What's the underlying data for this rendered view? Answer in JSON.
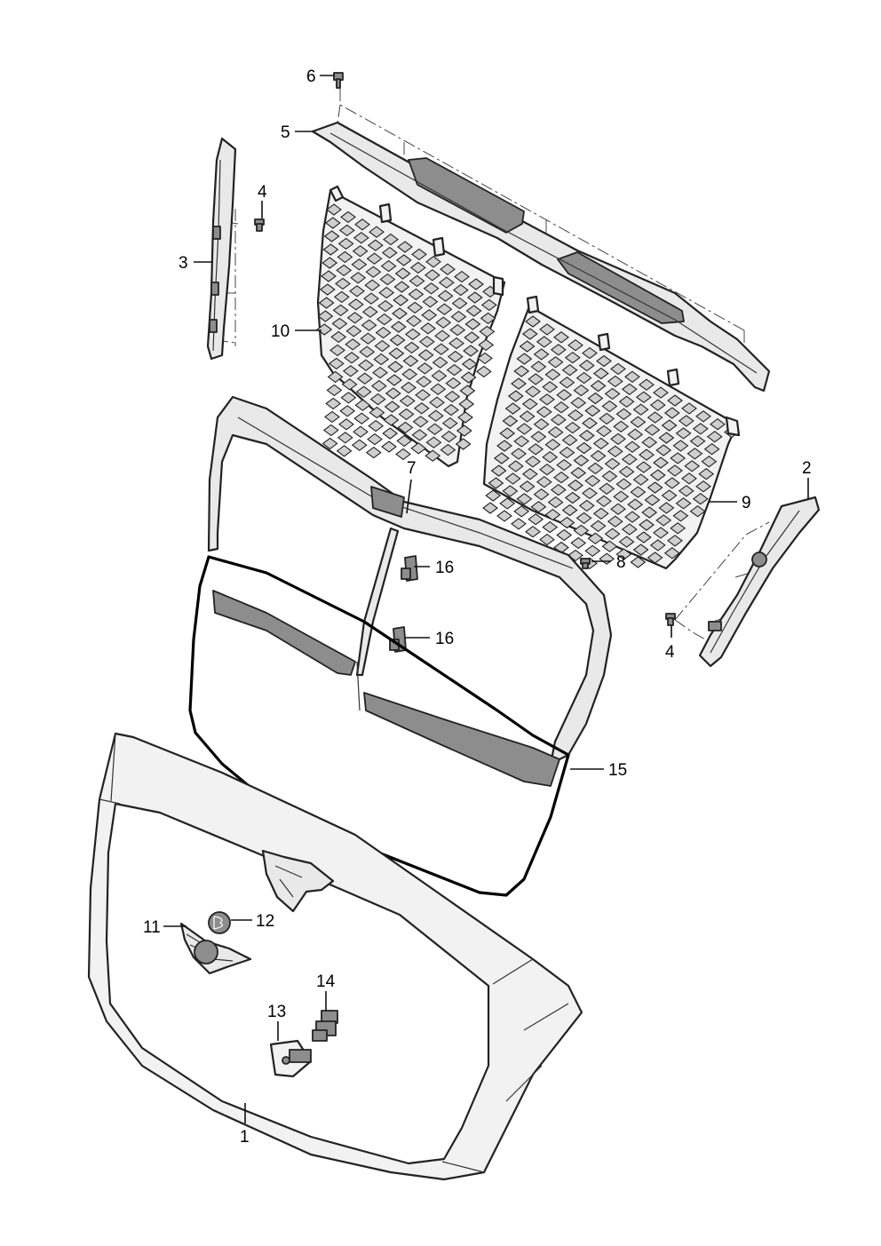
{
  "figure": {
    "callouts": [
      {
        "id": "1",
        "text": "1"
      },
      {
        "id": "2",
        "text": "2"
      },
      {
        "id": "3",
        "text": "3"
      },
      {
        "id": "4a",
        "text": "4"
      },
      {
        "id": "4b",
        "text": "4"
      },
      {
        "id": "5",
        "text": "5"
      },
      {
        "id": "6",
        "text": "6"
      },
      {
        "id": "7",
        "text": "7"
      },
      {
        "id": "8",
        "text": "8"
      },
      {
        "id": "9",
        "text": "9"
      },
      {
        "id": "10",
        "text": "10"
      },
      {
        "id": "11",
        "text": "11"
      },
      {
        "id": "12",
        "text": "12"
      },
      {
        "id": "13",
        "text": "13"
      },
      {
        "id": "14",
        "text": "14"
      },
      {
        "id": "15",
        "text": "15"
      },
      {
        "id": "16a",
        "text": "16"
      },
      {
        "id": "16b",
        "text": "16"
      }
    ]
  }
}
